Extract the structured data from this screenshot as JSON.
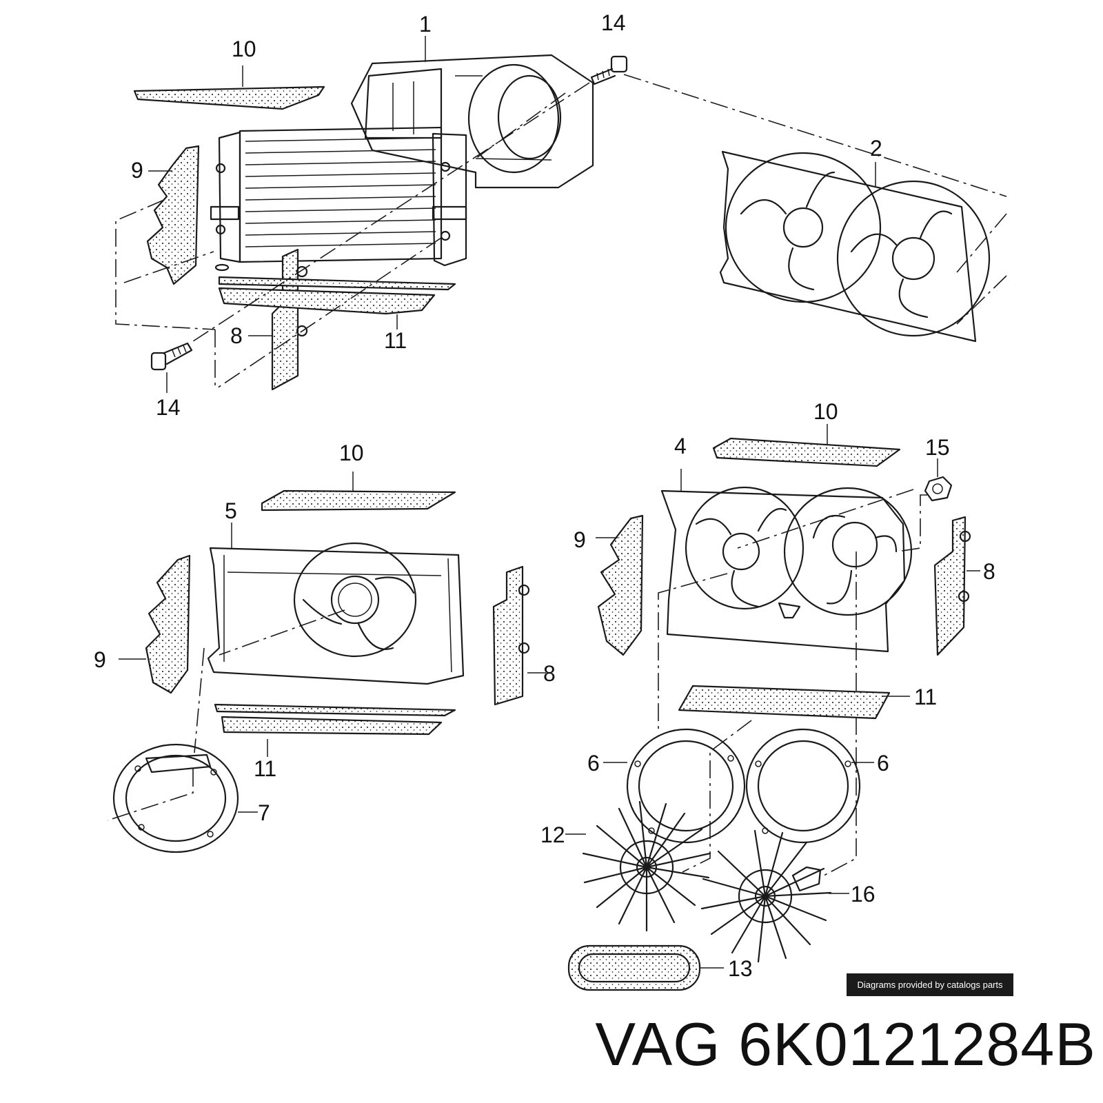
{
  "diagram": {
    "callouts": {
      "top_1": "1",
      "top_2": "2",
      "top_14a": "14",
      "top_14b": "14",
      "top_10": "10",
      "top_9": "9",
      "top_8": "8",
      "top_11": "11",
      "left_10": "10",
      "left_5": "5",
      "left_9": "9",
      "left_8": "8",
      "left_11": "11",
      "left_7": "7",
      "right_10": "10",
      "right_4": "4",
      "right_15": "15",
      "right_9": "9",
      "right_8": "8",
      "right_11": "11",
      "right_6a": "6",
      "right_6b": "6",
      "right_12": "12",
      "right_16": "16",
      "right_13": "13"
    }
  },
  "credit": "Diagrams provided by catalogs parts",
  "title": "VAG 6K0121284B",
  "icons": [
    "radiator-drawing",
    "fan-shroud-drawing",
    "fan-blade-drawing",
    "foam-seal-drawing",
    "bolt-drawing"
  ]
}
